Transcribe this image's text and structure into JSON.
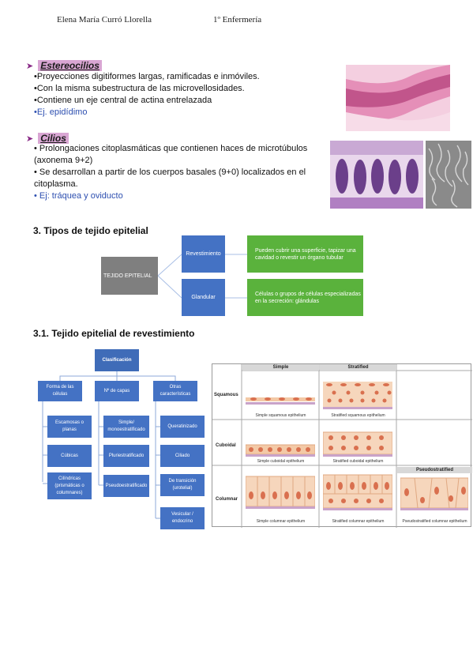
{
  "header": {
    "author": "Elena María Curró Llorella",
    "course": "1º Enfermería"
  },
  "estereocilios": {
    "title": "Estereocilios",
    "lines": [
      "•Proyecciones digitiformes largas, ramificadas e inmóviles.",
      "•Con la misma subestructura de las microvellosidades.",
      "•Contiene un eje central de actina entrelazada"
    ],
    "example": "•Ej. epidídimo"
  },
  "cilios": {
    "title": "Cilios",
    "lines": [
      "• Prolongaciones citoplasmáticas que contienen haces de microtúbulos",
      "(axonema 9+2)",
      "• Se desarrollan a partir de los cuerpos basales (9+0) localizados en el",
      "citoplasma."
    ],
    "example": "• Ej: tráquea y oviducto"
  },
  "section3": {
    "title": "3. Tipos de tejido epitelial",
    "root": "TEJIDO EPITELIAL",
    "branch1": "Revestimiento",
    "branch2": "Glandular",
    "desc1": "Pueden cubrir una superficie, tapizar una cavidad o revestir un órgano tubular",
    "desc2": "Células o grupos de células especializadas en la secreción: glándulas"
  },
  "section31": {
    "title": "3.1. Tejido epitelial de revestimiento",
    "clasificacion": "Clasificación",
    "col1_head": "Forma de las células",
    "col2_head": "Nº de capas",
    "col3_head": "Otras características",
    "col1": [
      "Escamosas o planas",
      "Cúbicas",
      "Cilíndricas (prismáticas o columnares)"
    ],
    "col2": [
      "Simple/ monoestratificado",
      "Pluriestratificado",
      "Pseudoestratificado"
    ],
    "col3": [
      "Queratinizado",
      "Ciliado",
      "De transición (urotelial)",
      "Vesicular / endocrino"
    ]
  },
  "table": {
    "headers": [
      "Simple",
      "Stratified",
      "Pseudostratified"
    ],
    "rows": [
      "Squamous",
      "Cuboidal",
      "Columnar"
    ],
    "captions": {
      "simple_squamous": "Simple squamous epithelium",
      "strat_squamous": "Stratified squamous epithelium",
      "simple_cuboidal": "Simple cuboidal epithelium",
      "strat_cuboidal": "Stratified cuboidal epithelium",
      "simple_columnar": "Simple columnar epithelium",
      "strat_columnar": "Stratified columnar epithelium",
      "pseudo_columnar": "Pseudostratified columnar epithelium"
    }
  },
  "colors": {
    "box_blue": "#4472c4",
    "box_green": "#5ab23c",
    "box_gray": "#7f7f7f",
    "highlight": "#d9a6d3",
    "link_blue": "#2d4fb0"
  }
}
